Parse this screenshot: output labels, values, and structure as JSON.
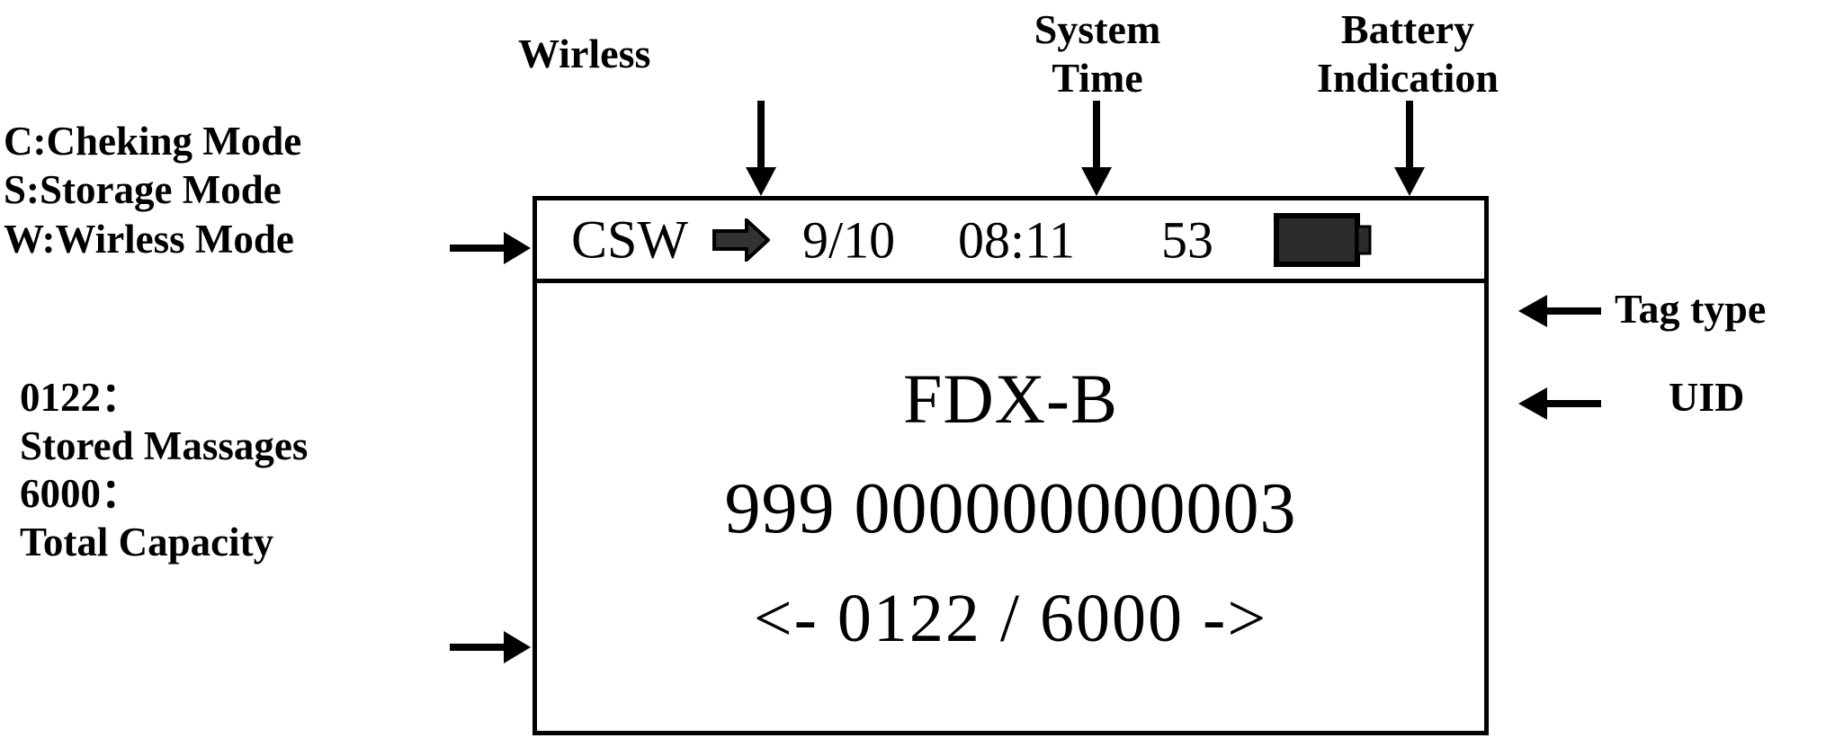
{
  "annotations": {
    "mode_legend": [
      "C:Cheking Mode",
      "S:Storage Mode",
      "W:Wirless Mode"
    ],
    "wireless_label": "Wirless",
    "system_time_label_line1": "System",
    "system_time_label_line2": "Time",
    "battery_label_line1": "Battery",
    "battery_label_line2": "Indication",
    "tag_type_label": "Tag type",
    "uid_label": "UID",
    "stored_value_label": "0122：",
    "stored_name_label": "Stored Massages",
    "capacity_value_label": "6000：",
    "capacity_name_label": "Total Capacity"
  },
  "lcd": {
    "status_bar": {
      "mode": "CSW",
      "wireless_icon": "right-arrow-icon",
      "date": "9/10",
      "time": "08:11",
      "seconds": "53",
      "battery_icon": "battery-full-icon"
    },
    "display": {
      "tag_type": "FDX-B",
      "uid_country_code": "999",
      "uid_national_code": "000000000003",
      "uid": "999  000000000003",
      "page_prev_arrow": "<-",
      "stored_count": "0122",
      "separator": "/",
      "total_capacity": "6000",
      "page_next_arrow": "->",
      "page_line": "<-  0122  /  6000  ->"
    }
  },
  "colors": {
    "background": "#ffffff",
    "ink": "#000000",
    "icon_fill": "#333333",
    "battery_fill": "#2b2b2b"
  }
}
